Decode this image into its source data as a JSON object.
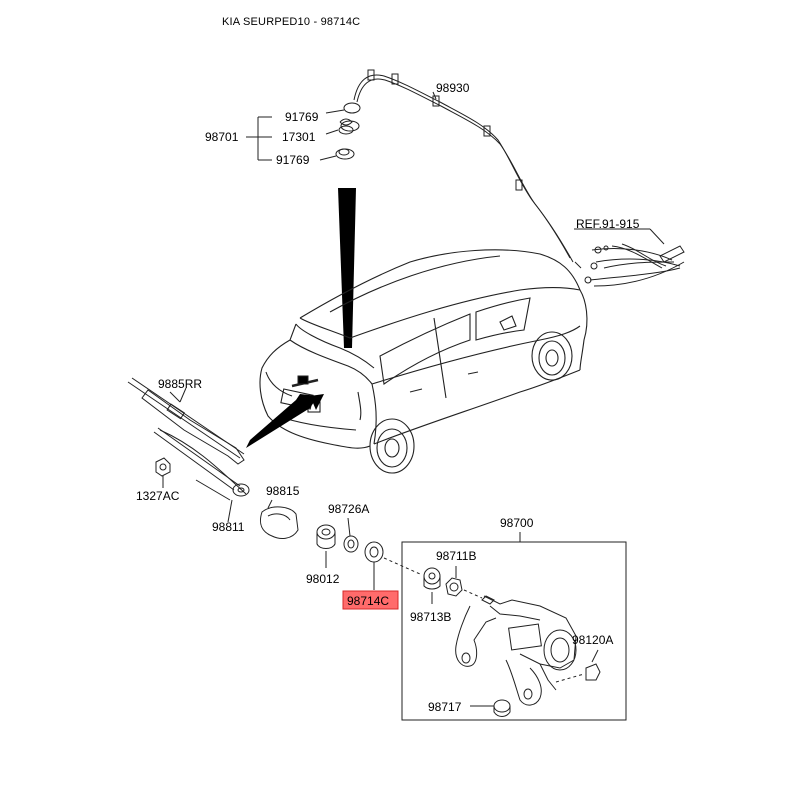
{
  "title": "KIA SEURPED10 - 98714C",
  "highlight_color": "#ff6b6b",
  "ref_note": "REF.91-915",
  "parts": {
    "p91769_top": "91769",
    "p17301": "17301",
    "p91769_bot": "91769",
    "p98701": "98701",
    "p98930": "98930",
    "p9885RR": "9885RR",
    "p1327AC": "1327AC",
    "p98811": "98811",
    "p98815": "98815",
    "p98726A": "98726A",
    "p98012": "98012",
    "p98714C": "98714C",
    "p98700": "98700",
    "p98711B": "98711B",
    "p98713B": "98713B",
    "p98120A": "98120A",
    "p98717": "98717"
  }
}
